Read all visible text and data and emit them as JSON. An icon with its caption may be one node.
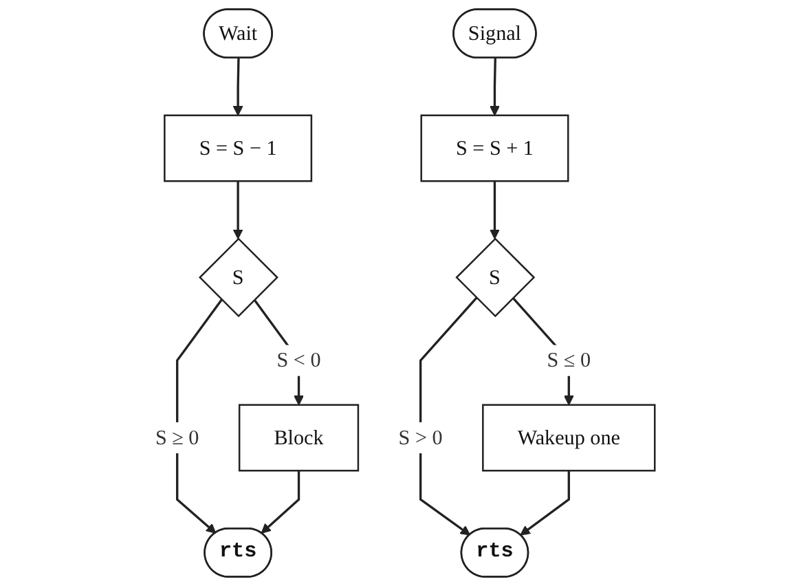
{
  "diagram": {
    "nodes": [
      {
        "text": [
          "Wait"
        ]
      },
      {
        "text": [
          "S = S − 1"
        ]
      },
      {
        "text": [
          "S"
        ]
      },
      {
        "text": [
          "Block"
        ]
      },
      {
        "text": [
          "rts"
        ]
      },
      {
        "text": [
          "Signal"
        ]
      },
      {
        "text": [
          "S = S + 1"
        ]
      },
      {
        "text": [
          "S"
        ]
      },
      {
        "text": [
          "Wakeup one"
        ]
      },
      {
        "text": [
          "rts"
        ]
      }
    ],
    "edges": [
      {
        "from": 0,
        "to": 1,
        "arrow": "to"
      },
      {
        "from": 1,
        "to": 2,
        "arrow": "to"
      },
      {
        "from": 2,
        "to": 3,
        "arrow": "to",
        "label": "S < 0"
      },
      {
        "from": 2,
        "to": 4,
        "arrow": "to",
        "label": "S ≥ 0"
      },
      {
        "from": 3,
        "to": 4,
        "arrow": "to"
      },
      {
        "from": 5,
        "to": 6,
        "arrow": "to"
      },
      {
        "from": 6,
        "to": 7,
        "arrow": "to"
      },
      {
        "from": 7,
        "to": 8,
        "arrow": "to",
        "label": "S ≤ 0"
      },
      {
        "from": 7,
        "to": 9,
        "arrow": "to",
        "label": "S > 0"
      },
      {
        "from": 8,
        "to": 9,
        "arrow": "to"
      }
    ]
  }
}
